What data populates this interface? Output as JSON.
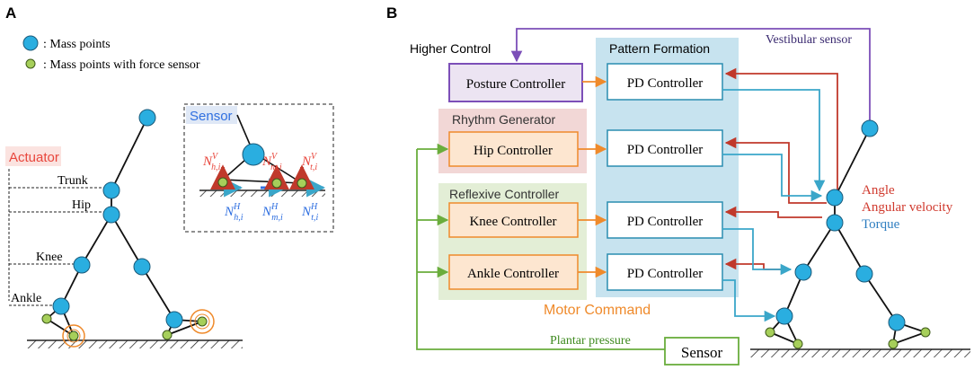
{
  "panel_a": {
    "label": "A",
    "legend": {
      "mass_points": ": Mass points",
      "mass_points_force": ": Mass points with force sensor"
    },
    "actuator": "Actuator",
    "joints": {
      "trunk": "Trunk",
      "hip": "Hip",
      "knee": "Knee",
      "ankle": "Ankle"
    },
    "sensor": {
      "title": "Sensor",
      "nv": {
        "h": "h,i",
        "m": "m,i",
        "t": "t,i",
        "sym": "N",
        "sup": "V"
      },
      "nh": {
        "h": "h,i",
        "m": "m,i",
        "t": "t,i",
        "sym": "N",
        "sup": "H"
      }
    }
  },
  "panel_b": {
    "label": "B",
    "higher_control": "Higher Control",
    "pattern_formation": "Pattern Formation",
    "vestibular_sensor": "Vestibular sensor",
    "posture_controller": "Posture Controller",
    "rhythm_generator": "Rhythm Generator",
    "hip_controller": "Hip Controller",
    "reflexive_controller": "Reflexive Controller",
    "knee_controller": "Knee Controller",
    "ankle_controller": "Ankle Controller",
    "pd_controller": "PD Controller",
    "motor_command": "Motor Command",
    "plantar_pressure": "Plantar pressure",
    "sensor": "Sensor",
    "angle": "Angle",
    "angular_velocity": "Angular velocity",
    "torque": "Torque"
  },
  "colors": {
    "mass_point": "#2aaee0",
    "force_point": "#a6cf5a",
    "actuator_text": "#e8463c",
    "actuator_bg": "#fbe3e0",
    "sensor_text": "#2f6fe0",
    "sensor_bg": "#dfe8f6",
    "orange_arrow": "#ef8a2b",
    "red_arrow": "#c0392b",
    "blue_arrow": "#3aa6c9",
    "green_arrow": "#6aad3c",
    "purple": "#7c4fb8",
    "pattern_bg": "#c7e3ef",
    "rhythm_bg": "#f2d7d6",
    "reflex_bg": "#e3eed6",
    "controller_fill": "#fde6d0",
    "posture_fill": "#ece4f2"
  }
}
